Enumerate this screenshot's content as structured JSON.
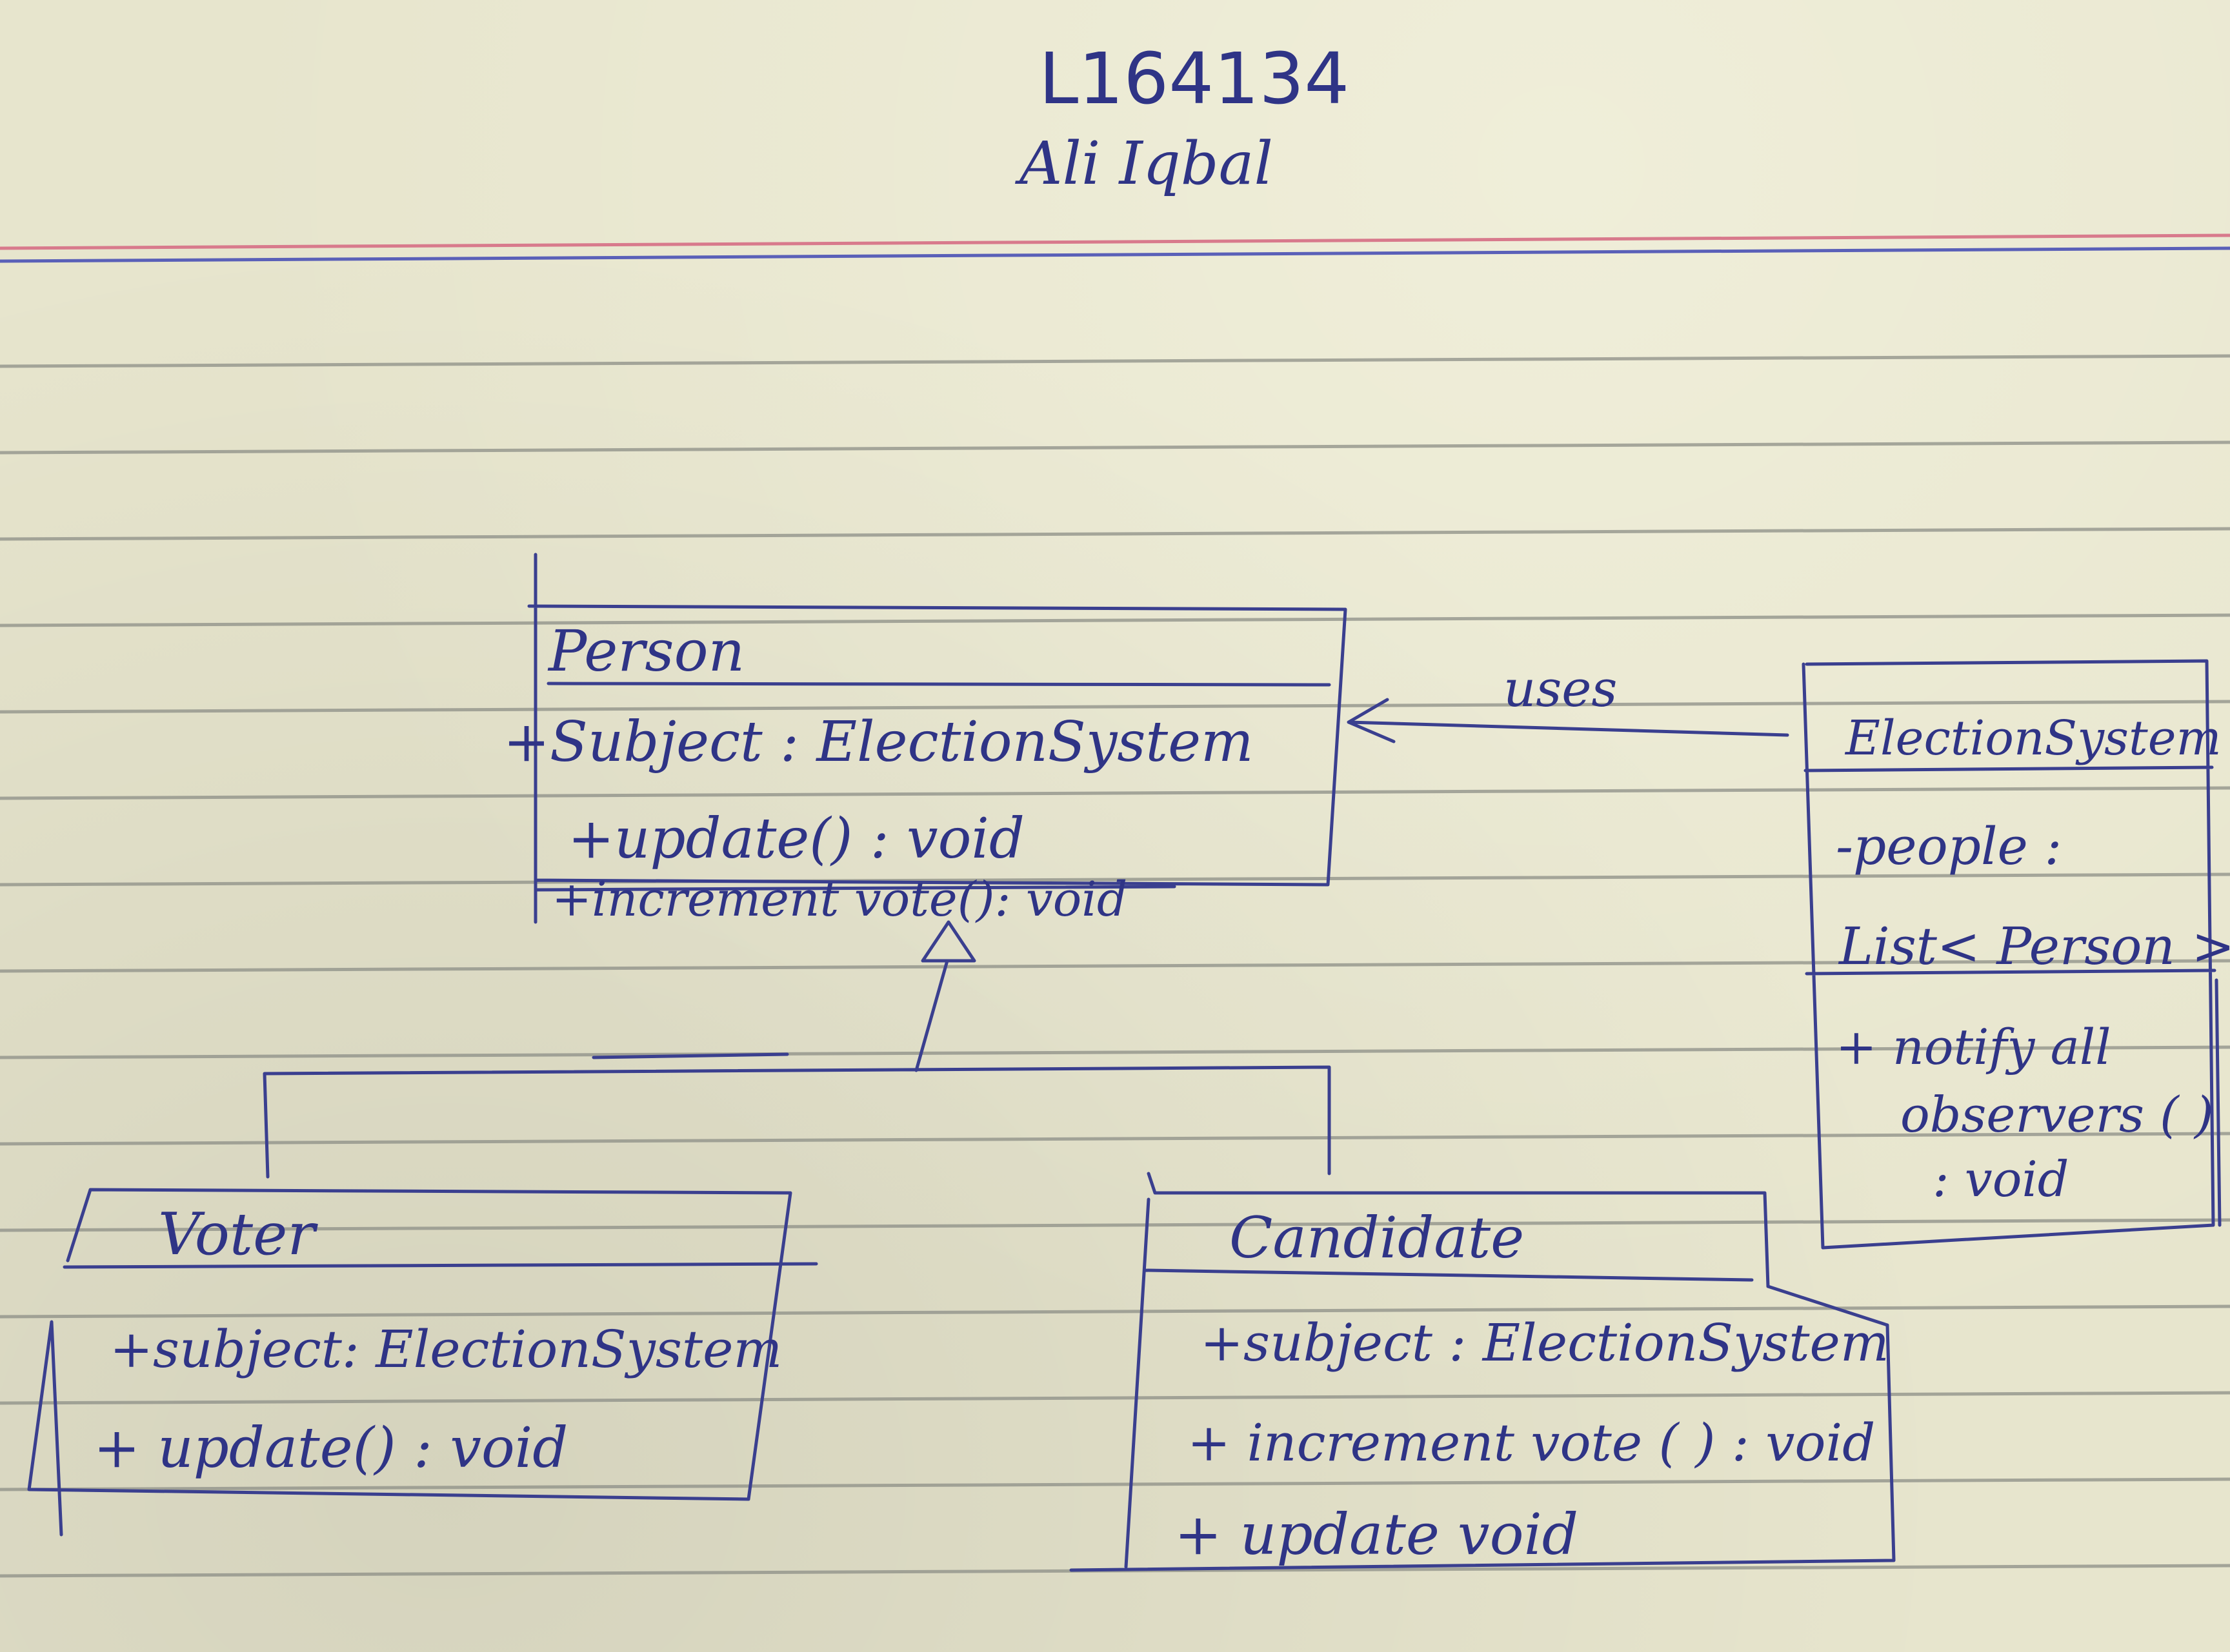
{
  "header": {
    "roll_no": "L164134",
    "name": "Ali Iqbal"
  },
  "classes": {
    "person": {
      "name": "Person",
      "attributes": [
        "+Subject : ElectionSystem"
      ],
      "methods": [
        "+update() : void",
        "+increment vote(): void"
      ]
    },
    "election_system": {
      "name": "ElectionSystem",
      "attributes": [
        "-people :",
        "List< Person >"
      ],
      "methods": [
        "+ notify all",
        "observers ( )",
        ": void"
      ]
    },
    "voter": {
      "name": "Voter",
      "attributes": [
        "+subject: ElectionSystem"
      ],
      "methods": [
        "+ update() : void"
      ]
    },
    "candidate": {
      "name": "Candidate",
      "attributes": [
        "+subject : ElectionSystem"
      ],
      "methods": [
        "+ increment vote ( ) : void",
        "+ update void"
      ]
    }
  },
  "relations": {
    "uses_label": "uses"
  },
  "colors": {
    "ink": "#2f3486",
    "red_margin": "#d87a8c",
    "blue_margin": "#5a60b8",
    "paper": "#e7e5cd"
  }
}
